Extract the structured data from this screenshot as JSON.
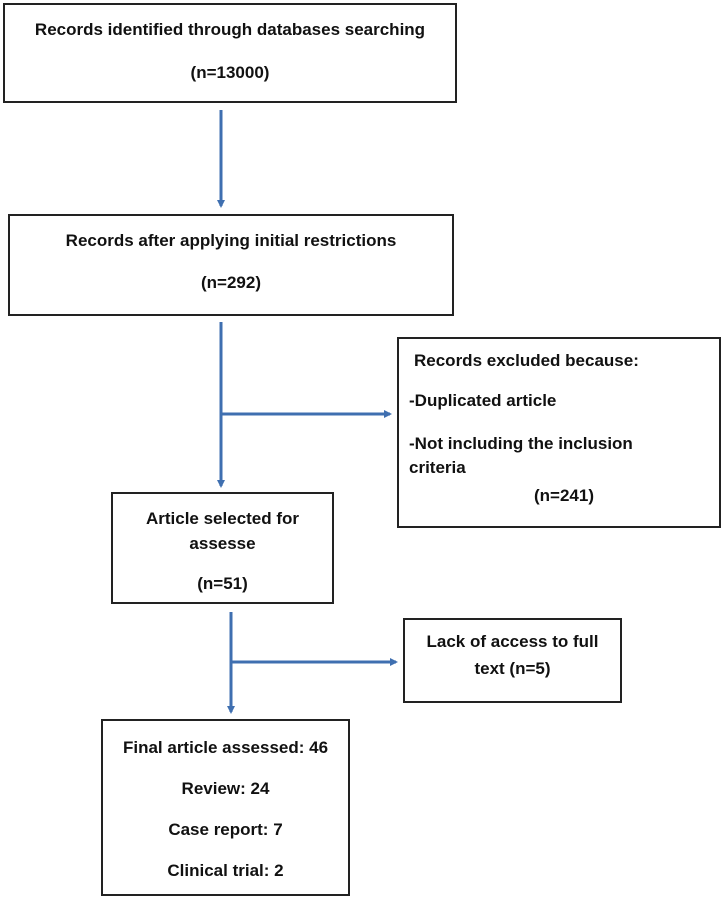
{
  "boxes": {
    "identified": {
      "title": "Records identified through databases searching",
      "count": "(n=13000)"
    },
    "restricted": {
      "title": "Records after applying initial restrictions",
      "count": "(n=292)"
    },
    "excluded": {
      "title": "Records excluded because:",
      "reason1": "-Duplicated article",
      "reason2_line1": "-Not including the inclusion",
      "reason2_line2": "criteria",
      "count": "(n=241)"
    },
    "selected": {
      "title_line1": "Article selected for",
      "title_line2": "assesse",
      "count": "(n=51)"
    },
    "no_access": {
      "line1": "Lack of access to full",
      "line2": "text (n=5)"
    },
    "final": {
      "assessed": "Final article assessed: 46",
      "review": "Review: 24",
      "case_report": "Case report: 7",
      "clinical_trial": "Clinical trial: 2"
    }
  },
  "colors": {
    "arrow": "#3f6fb0",
    "border": "#222222"
  }
}
